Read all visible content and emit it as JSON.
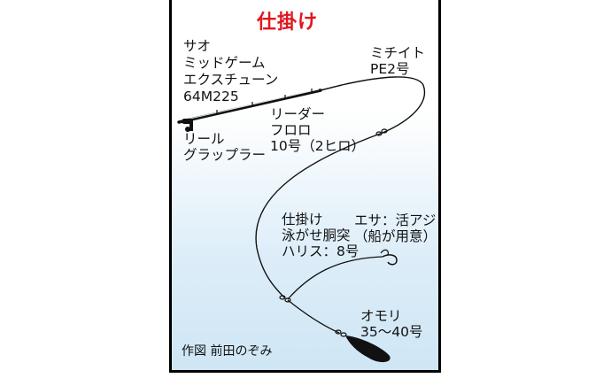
{
  "title": "仕掛け",
  "labels": {
    "rod": [
      "サオ",
      "ミッドゲーム",
      "エクスチューン",
      "64M225"
    ],
    "mainline": [
      "ミチイト",
      "PE2号"
    ],
    "leader": [
      "リーダー",
      "フロロ",
      "10号（2ヒロ）"
    ],
    "reel": [
      "リール",
      "グラップラー"
    ],
    "rig": [
      "仕掛け",
      "泳がせ胴突",
      "ハリス：8号"
    ],
    "bait": [
      "エサ：活アジ",
      "（船が用意）"
    ],
    "sinker": [
      "オモリ",
      "35～40号"
    ],
    "credit": "作図 前田のぞみ"
  },
  "colors": {
    "title": "#e0161e",
    "frame": "#000000",
    "background_bottom": "#cfe6f5"
  }
}
